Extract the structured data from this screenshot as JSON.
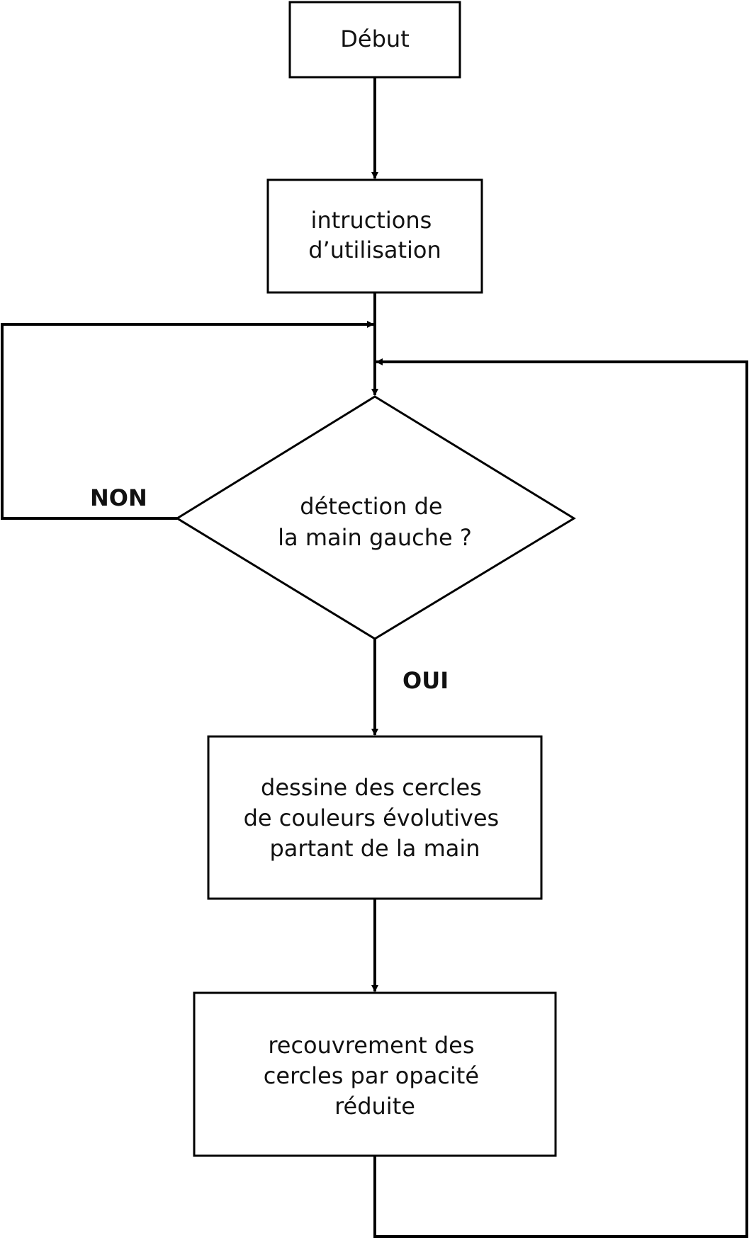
{
  "diagram": {
    "nodes": {
      "start": {
        "lines": [
          "Début"
        ]
      },
      "instructions": {
        "lines": [
          "intructions",
          "d’utilisation"
        ]
      },
      "decision": {
        "lines": [
          "détection de",
          "la main gauche ?"
        ]
      },
      "draw_circles": {
        "lines": [
          "dessine des cercles",
          "de couleurs évolutives",
          "partant de la main"
        ]
      },
      "overlay": {
        "lines": [
          "recouvrement des",
          "cercles par opacité",
          "réduite"
        ]
      }
    },
    "edges": {
      "no_label": "NON",
      "yes_label": "OUI"
    }
  }
}
